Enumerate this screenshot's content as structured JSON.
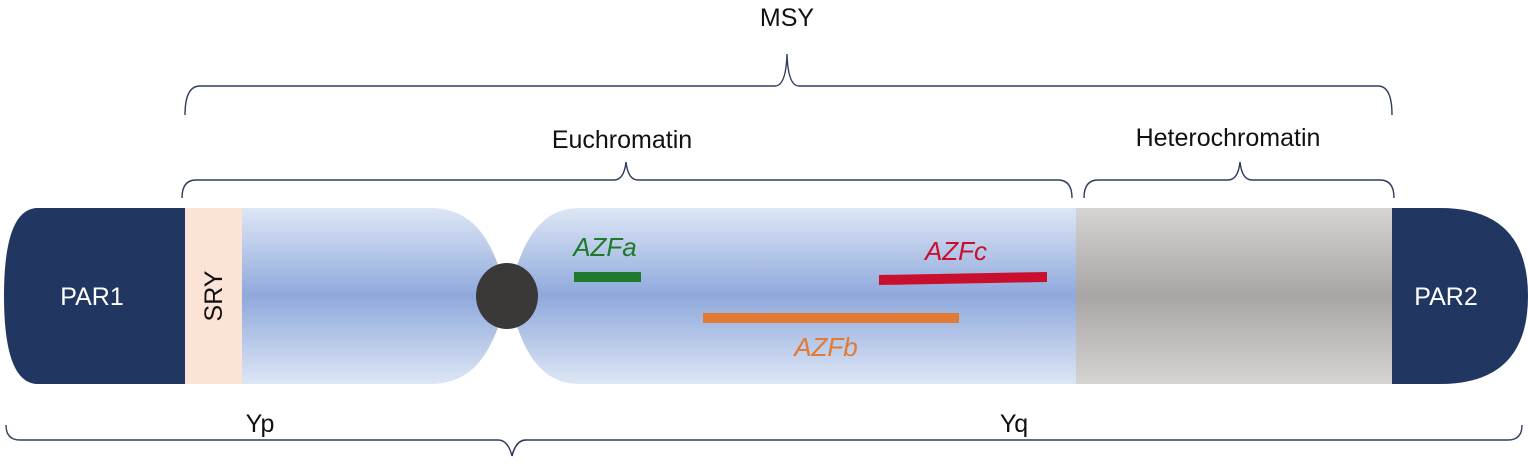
{
  "labels": {
    "msy": "MSY",
    "euchromatin": "Euchromatin",
    "heterochromatin": "Heterochromatin",
    "par1": "PAR1",
    "par2": "PAR2",
    "sry": "SRY",
    "yp": "Yp",
    "yq": "Yq"
  },
  "regions": [
    {
      "name": "AZFa",
      "color": "#1e7a2a"
    },
    {
      "name": "AZFb",
      "color": "#e07a35"
    },
    {
      "name": "AZFc",
      "color": "#c8102e"
    }
  ],
  "colors": {
    "par": "#213661",
    "sry": "#fbe3d6",
    "euchromatin": "#8fa9dc",
    "heterochromatin": "#a9a5a5",
    "centromere": "#3b3838"
  }
}
